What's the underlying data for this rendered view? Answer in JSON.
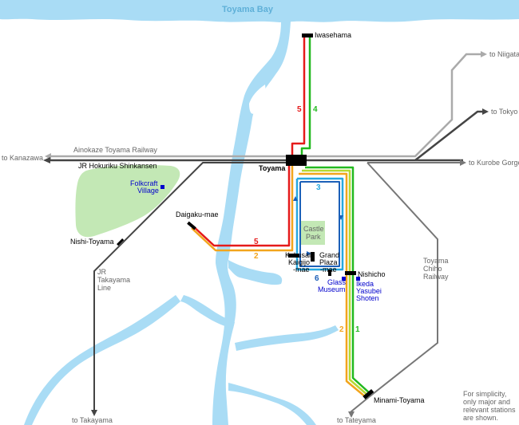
{
  "water": {
    "bay_name": "Toyama Bay"
  },
  "lines": {
    "route_1": "1",
    "route_2": "2",
    "route_3": "3",
    "route_4": "4",
    "route_5": "5",
    "route_6": "6"
  },
  "stations": {
    "iwasehama": "Iwasehama",
    "toyama": "Toyama",
    "daigaku_mae": "Daigaku-mae",
    "nishi_toyama": "Nishi-Toyama",
    "kokusai_l1": "Kokusai",
    "kokusai_l2": "Kaigijo",
    "kokusai_l3": "-mae",
    "grand_l1": "Grand",
    "grand_l2": "Plaza",
    "grand_l3": "-mae",
    "nishicho": "Nishicho",
    "minami_toyama": "Minami-Toyama"
  },
  "destinations": {
    "niigata": "to Niigata",
    "tokyo": "to Tokyo",
    "kanazawa": "to Kanazawa",
    "kurobe": "to Kurobe Gorge",
    "takayama": "to Takayama",
    "tateyama": "to Tateyama"
  },
  "railways": {
    "ainokaze": "Ainokaze Toyama Railway",
    "shinkansen": "JR Hokuriku Shinkansen",
    "takayama_l1": "JR",
    "takayama_l2": "Takayama",
    "takayama_l3": "Line",
    "chiho_l1": "Toyama",
    "chiho_l2": "Chiho",
    "chiho_l3": "Railway"
  },
  "landmarks": {
    "folkcraft_l1": "Folkcraft",
    "folkcraft_l2": "Village",
    "castle_l1": "Castle",
    "castle_l2": "Park",
    "glass_l1": "Glass",
    "glass_l2": "Museum",
    "ikeda_l1": "Ikeda",
    "ikeda_l2": "Yasubei",
    "ikeda_l3": "Shoten"
  },
  "note": {
    "line1": "For simplicity,",
    "line2": "only major and",
    "line3": "relevant stations",
    "line4": "are shown."
  },
  "colors": {
    "water": "#a9dcf5",
    "park": "#c3e8b5",
    "red": "#e51a1a",
    "orange": "#f2a51d",
    "green": "#22b91f",
    "yellowgreen": "#b6d933",
    "cyan": "#27a8e0",
    "blue": "#1b5fb8",
    "rail_dark": "#444444",
    "rail_gray": "#aaaaaa"
  }
}
